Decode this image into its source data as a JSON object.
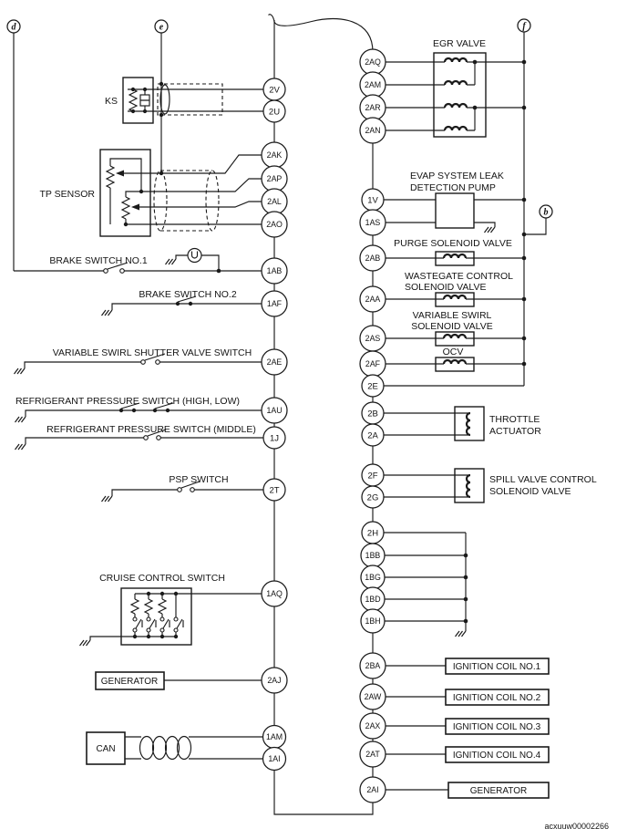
{
  "footer": {
    "code": "acxuuw00002266"
  },
  "markers": {
    "d": "d",
    "e": "e",
    "f": "f",
    "b": "b"
  },
  "pins": {
    "left": [
      "2V",
      "2U",
      "2AK",
      "2AP",
      "2AL",
      "2AO",
      "1AB",
      "1AF",
      "2AE",
      "1AU",
      "1J",
      "2T",
      "1AQ",
      "2AJ",
      "1AM",
      "1AI"
    ],
    "right": [
      "2AQ",
      "2AM",
      "2AR",
      "2AN",
      "1V",
      "1AS",
      "2AB",
      "2AA",
      "2AS",
      "2AF",
      "2E",
      "2B",
      "2A",
      "2F",
      "2G",
      "2H",
      "1BB",
      "1BG",
      "1BD",
      "1BH",
      "2BA",
      "2AW",
      "2AX",
      "2AT",
      "2AI"
    ]
  },
  "components": {
    "ks": "KS",
    "tp_sensor": "TP SENSOR",
    "brake_switch_1": "BRAKE SWITCH NO.1",
    "brake_switch_2": "BRAKE SWITCH NO.2",
    "variable_swirl_shutter_valve_switch": "VARIABLE SWIRL SHUTTER VALVE SWITCH",
    "refrigerant_pressure_switch_high_low": "REFRIGERANT PRESSURE  SWITCH (HIGH, LOW)",
    "refrigerant_pressure_switch_middle": "REFRIGERANT PRESSURE  SWITCH (MIDDLE)",
    "psp_switch": "PSP SWITCH",
    "cruise_control_switch": "CRUISE CONTROL SWITCH",
    "generator_left": "GENERATOR",
    "can": "CAN",
    "egr_valve": "EGR VALVE",
    "evap_pump_line1": "EVAP SYSTEM LEAK",
    "evap_pump_line2": "DETECTION PUMP",
    "purge_solenoid_valve": "PURGE SOLENOID VALVE",
    "wastegate_line1": "WASTEGATE CONTROL",
    "wastegate_line2": "SOLENOID VALVE",
    "swirl_line1": "VARIABLE SWIRL",
    "swirl_line2": "SOLENOID VALVE",
    "ocv": "OCV",
    "throttle_line1": "THROTTLE",
    "throttle_line2": "ACTUATOR",
    "spill_line1": "SPILL VALVE CONTROL",
    "spill_line2": "SOLENOID VALVE",
    "ignition_coil_1": "IGNITION COIL NO.1",
    "ignition_coil_2": "IGNITION COIL NO.2",
    "ignition_coil_3": "IGNITION COIL NO.3",
    "ignition_coil_4": "IGNITION COIL NO.4",
    "generator_right": "GENERATOR"
  },
  "colors": {
    "line": "#1a1a1a",
    "background": "#ffffff"
  }
}
